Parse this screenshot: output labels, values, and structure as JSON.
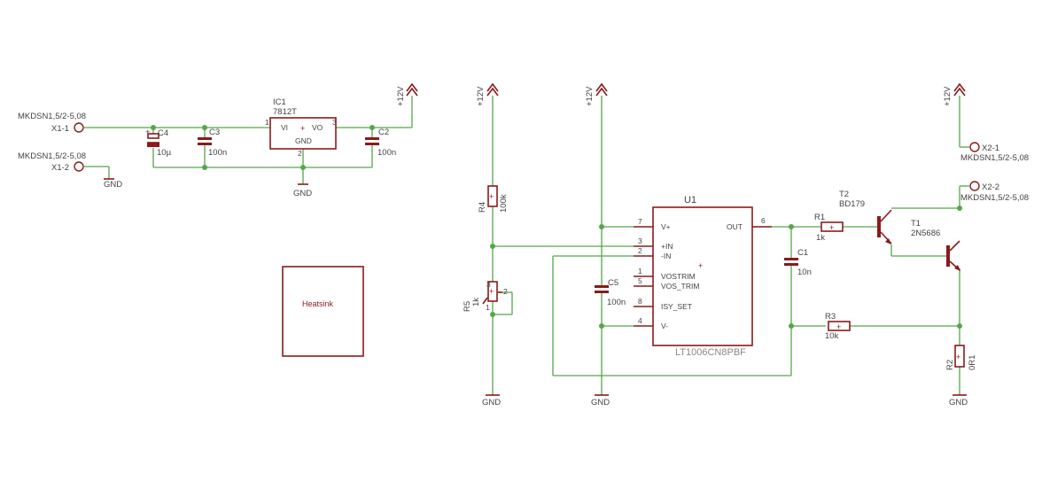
{
  "connectors": {
    "x1_1": {
      "type": "MKDSN1,5/2-5,08",
      "pin": "X1-1"
    },
    "x1_2": {
      "type": "MKDSN1,5/2-5,08",
      "pin": "X1-2"
    },
    "x2_1": {
      "type": "MKDSN1,5/2-5,08",
      "pin": "X2-1"
    },
    "x2_2": {
      "type": "MKDSN1,5/2-5,08",
      "pin": "X2-2"
    }
  },
  "regulator": {
    "name": "IC1",
    "value": "7812T",
    "vi": "VI",
    "vo": "VO",
    "gnd": "GND",
    "pin1": "1",
    "pin2": "2",
    "pin3": "3"
  },
  "capacitors": {
    "c1": {
      "name": "C1",
      "value": "10n"
    },
    "c2": {
      "name": "C2",
      "value": "100n"
    },
    "c3": {
      "name": "C3",
      "value": "100n"
    },
    "c4": {
      "name": "C4",
      "value": "10µ"
    },
    "c5": {
      "name": "C5",
      "value": "100n"
    }
  },
  "resistors": {
    "r1": {
      "name": "R1",
      "value": "1k"
    },
    "r2": {
      "name": "R2",
      "value": "0R1"
    },
    "r3": {
      "name": "R3",
      "value": "10k"
    },
    "r4": {
      "name": "R4",
      "value": "100k"
    },
    "r5": {
      "name": "R5",
      "value": "1k",
      "pin1": "1",
      "pin2": "2",
      "pin3": "3"
    }
  },
  "transistors": {
    "t1": {
      "name": "T1",
      "value": "2N5686"
    },
    "t2": {
      "name": "T2",
      "value": "BD179"
    }
  },
  "opamp": {
    "name": "U1",
    "value": "LT1006CN8PBF",
    "pins": [
      {
        "num": "7",
        "label": "V+"
      },
      {
        "num": "3",
        "label": "+IN"
      },
      {
        "num": "2",
        "label": "-IN"
      },
      {
        "num": "1",
        "label": "VOSTRIM"
      },
      {
        "num": "5",
        "label": "VOS_TRIM"
      },
      {
        "num": "8",
        "label": "ISY_SET"
      },
      {
        "num": "4",
        "label": "V-"
      }
    ],
    "out_label": "OUT",
    "out_pin": "6"
  },
  "supply": {
    "label": "+12V"
  },
  "ground": {
    "label": "GND"
  },
  "heatsink": {
    "label": "Heatsink"
  }
}
